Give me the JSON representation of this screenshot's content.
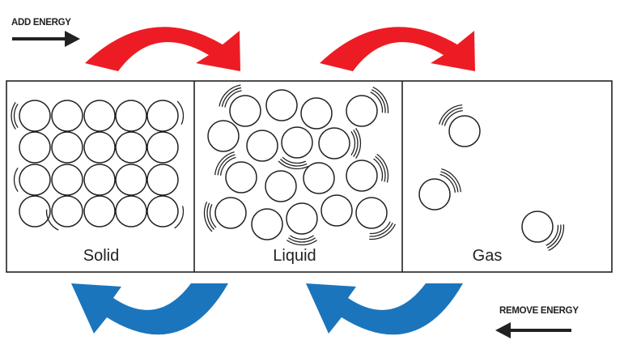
{
  "labels": {
    "add_energy": "ADD ENERGY",
    "remove_energy": "REMOVE ENERGY"
  },
  "states": [
    {
      "name": "Solid"
    },
    {
      "name": "Liquid"
    },
    {
      "name": "Gas"
    }
  ],
  "colors": {
    "add_arrow": "#ed1c24",
    "remove_arrow": "#1b75bc",
    "line": "#222222"
  }
}
